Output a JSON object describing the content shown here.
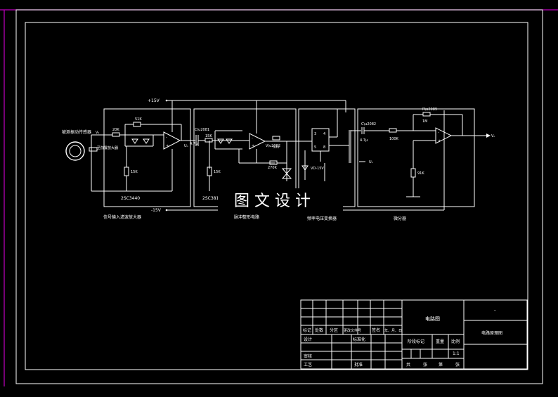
{
  "colors": {
    "background": "#000000",
    "lines": "#ffffff",
    "sheet_edge": "#c000c0",
    "watermark_bg": "#000000"
  },
  "rails": {
    "positive": "+15V",
    "negative": "-15V"
  },
  "labels": {
    "sensor": "被测振动传感器",
    "amplifier_input": "至前置放大器",
    "v_in": "V₁",
    "stage1": "信号输入滤波放大器",
    "stage2": "脉冲整形电路",
    "stage3": "频率电压变换器",
    "stage4": "微分器"
  },
  "components": {
    "r1": "20K",
    "r2": "51K",
    "r3": "15K",
    "ic1": "2SC3440",
    "c1": "4.7μ",
    "r4": "15K",
    "r5": "15K",
    "ic2": "2SC3810",
    "r6": "500",
    "r7": "270K",
    "zener": "VD-15V",
    "c2": "4.7μ",
    "r8": "100K",
    "r9": "1M",
    "r10": "91K",
    "vout": "Vₒ",
    "uf": "Uₒ",
    "ue": "U₁"
  },
  "watermark": "图 文 设 计",
  "title_block": {
    "drawing_name": "电路图",
    "drawing_title": "电路原理图",
    "top_right_mark": "-",
    "header_cells": [
      "标记",
      "处数",
      "分区",
      "更改文件号",
      "签名",
      "年、月、日"
    ],
    "design": "设计",
    "standardization": "标准化",
    "review": "审核",
    "process": "工艺",
    "approve": "批准",
    "stage_mark": "阶段标记",
    "weight": "重量",
    "scale": "比例",
    "scale_value": "1:1",
    "sheets_total": "共",
    "sheets_unit": "张",
    "sheet_no": "第",
    "sheet_unit": "张"
  }
}
